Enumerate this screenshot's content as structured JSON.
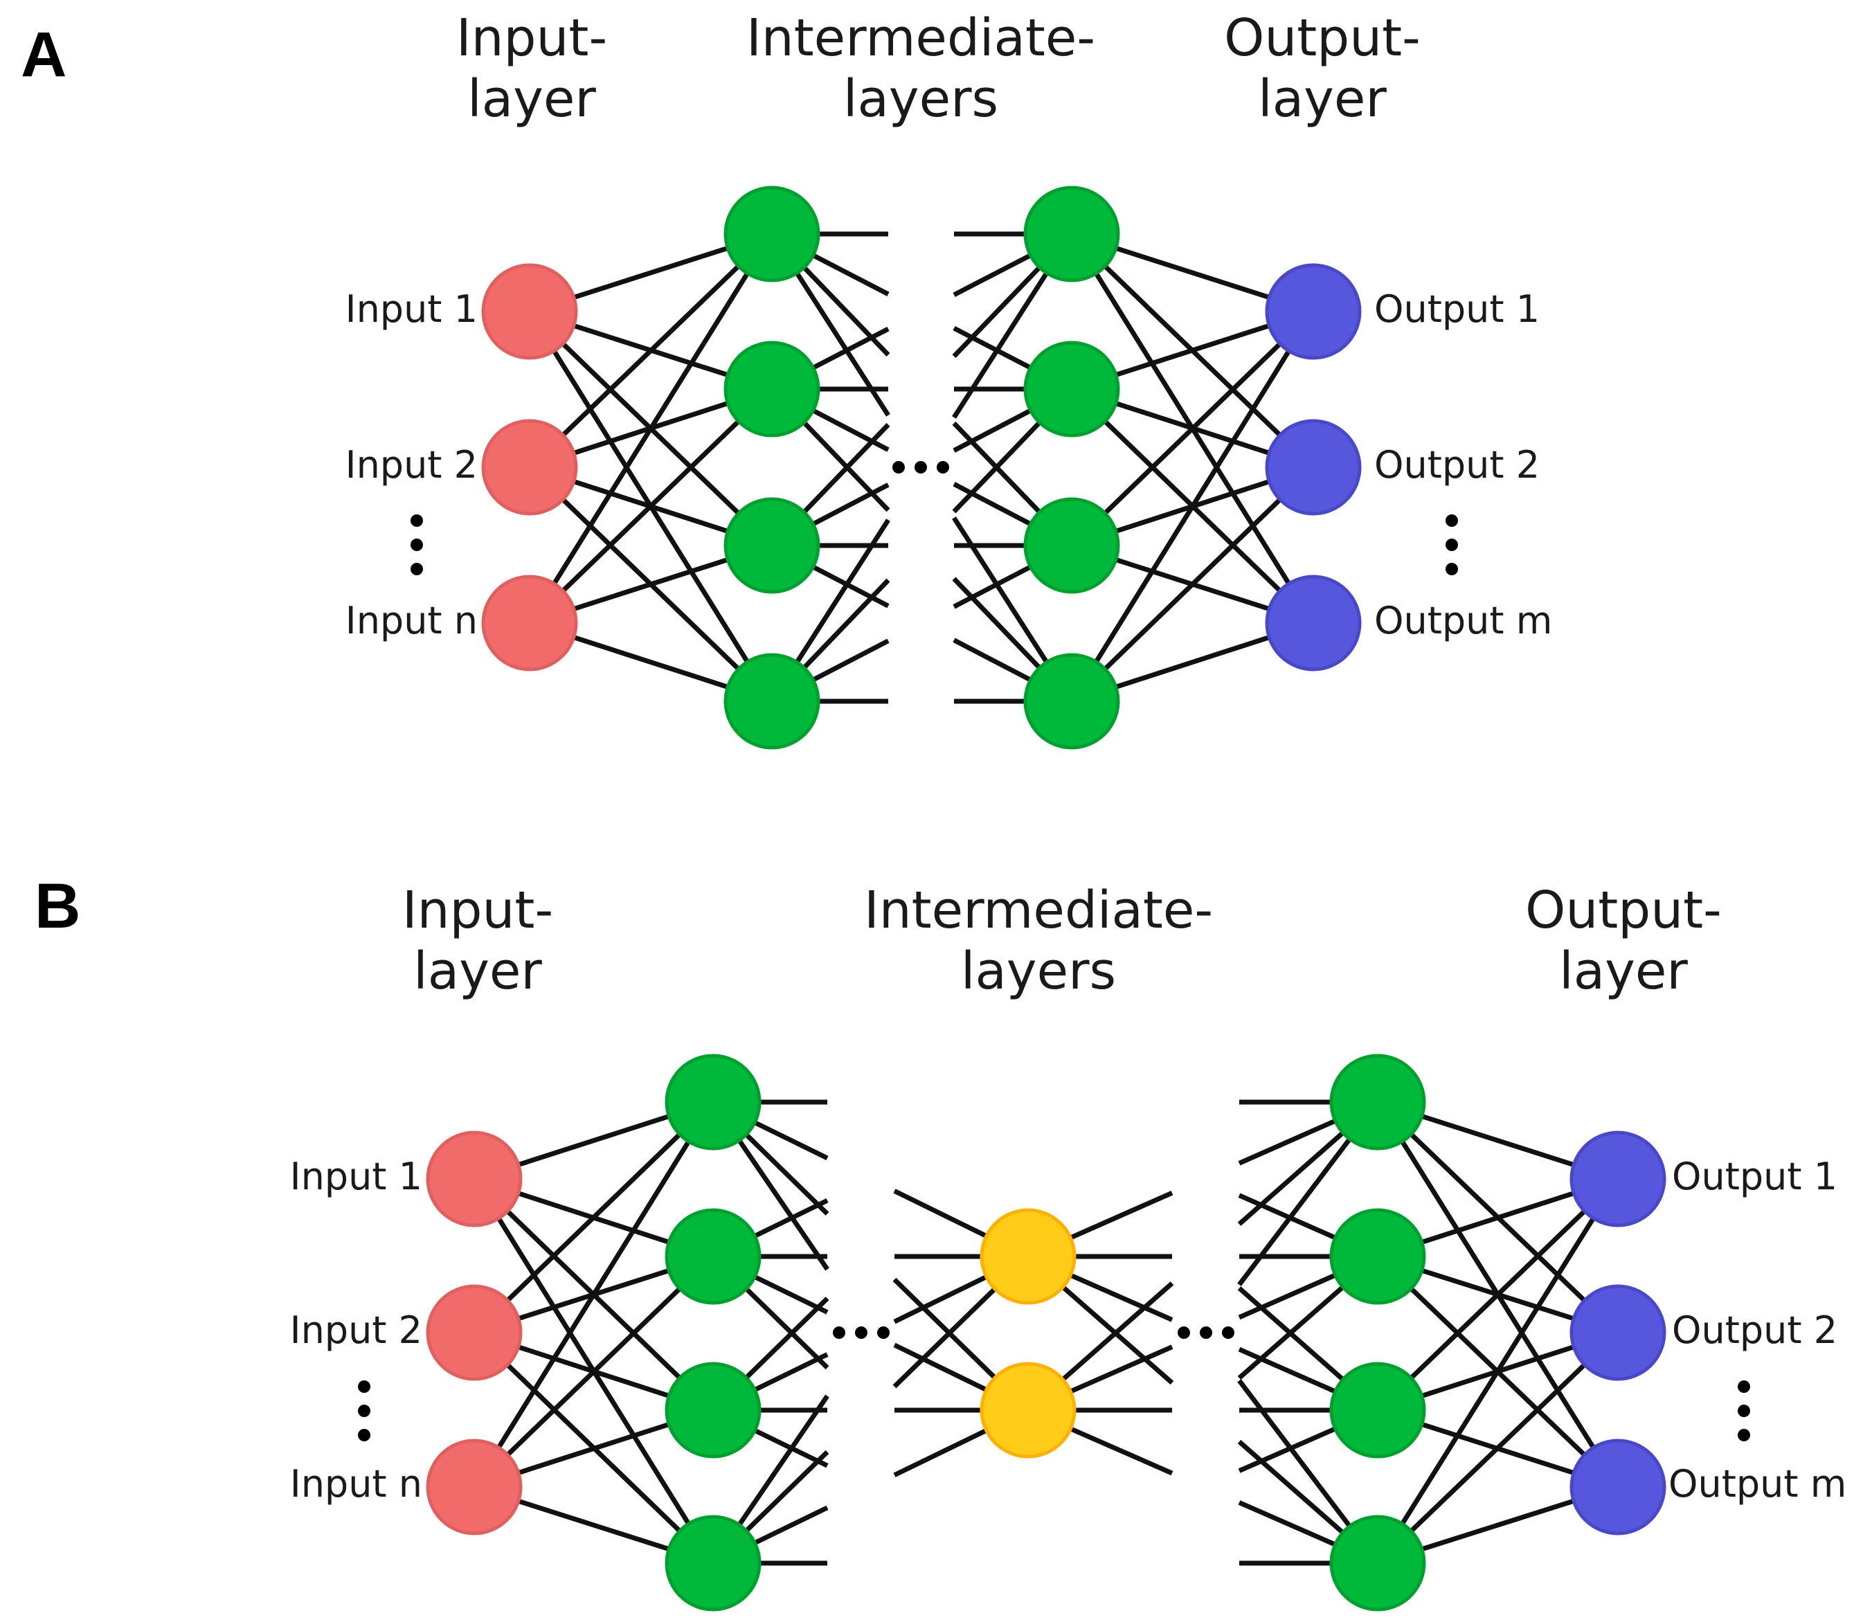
{
  "colors": {
    "input": "#f26b6b",
    "input_stroke": "#e06060",
    "hidden": "#00b83a",
    "hidden_stroke": "#00a030",
    "bottleneck": "#ffcc1a",
    "bottleneck_stroke": "#ffb000",
    "output": "#5757dd",
    "output_stroke": "#4848c8",
    "edge": "#111111",
    "background": "#ffffff"
  },
  "panels": [
    {
      "id": "A",
      "letter": "A",
      "layer_titles": {
        "input": [
          "Input-",
          "layer"
        ],
        "intermediate": [
          "Intermediate-",
          "layers"
        ],
        "output": [
          "Output-",
          "layer"
        ]
      },
      "input_labels": [
        "Input 1",
        "Input 2",
        "Input n"
      ],
      "output_labels": [
        "Output 1",
        "Output 2",
        "Output m"
      ]
    },
    {
      "id": "B",
      "letter": "B",
      "layer_titles": {
        "input": [
          "Input-",
          "layer"
        ],
        "intermediate": [
          "Intermediate-",
          "layers"
        ],
        "output": [
          "Output-",
          "layer"
        ]
      },
      "input_labels": [
        "Input 1",
        "Input 2",
        "Input n"
      ],
      "output_labels": [
        "Output 1",
        "Output 2",
        "Output m"
      ]
    }
  ]
}
